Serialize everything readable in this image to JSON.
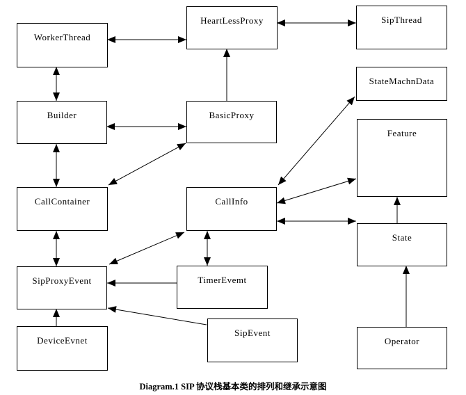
{
  "diagram": {
    "caption": "Diagram.1 SIP 协议栈基本类的排列和继承示意图",
    "colors": {
      "background": "#ffffff",
      "line": "#000000",
      "text": "#000000"
    },
    "nodes": [
      {
        "id": "workerthread",
        "label": "WorkerThread"
      },
      {
        "id": "heartlessproxy",
        "label": "HeartLessProxy"
      },
      {
        "id": "sipthread",
        "label": "SipThread"
      },
      {
        "id": "statemachndata",
        "label": "StateMachnData"
      },
      {
        "id": "builder",
        "label": "Builder"
      },
      {
        "id": "basicproxy",
        "label": "BasicProxy"
      },
      {
        "id": "feature",
        "label": "Feature"
      },
      {
        "id": "callcontainer",
        "label": "CallContainer"
      },
      {
        "id": "callinfo",
        "label": "CallInfo"
      },
      {
        "id": "state",
        "label": "State"
      },
      {
        "id": "sipproxyevent",
        "label": "SipProxyEvent"
      },
      {
        "id": "timerevemt",
        "label": "TimerEvemt"
      },
      {
        "id": "deviceevnet",
        "label": "DeviceEvnet"
      },
      {
        "id": "sipevent",
        "label": "SipEvent"
      },
      {
        "id": "operator",
        "label": "Operator"
      }
    ],
    "edges": [
      {
        "from": "WorkerThread",
        "to": "HeartLessProxy",
        "style": "double-arrow"
      },
      {
        "from": "HeartLessProxy",
        "to": "SipThread",
        "style": "double-arrow"
      },
      {
        "from": "WorkerThread",
        "to": "Builder",
        "style": "double-arrow"
      },
      {
        "from": "BasicProxy",
        "to": "HeartLessProxy",
        "style": "arrow"
      },
      {
        "from": "Builder",
        "to": "BasicProxy",
        "style": "double-arrow"
      },
      {
        "from": "Builder",
        "to": "CallContainer",
        "style": "double-arrow"
      },
      {
        "from": "BasicProxy",
        "to": "CallContainer",
        "style": "double-arrow"
      },
      {
        "from": "CallInfo",
        "to": "StateMachnData",
        "style": "double-arrow"
      },
      {
        "from": "CallInfo",
        "to": "Feature",
        "style": "double-arrow"
      },
      {
        "from": "CallInfo",
        "to": "State",
        "style": "double-arrow"
      },
      {
        "from": "CallInfo",
        "to": "TimerEvemt",
        "style": "double-arrow"
      },
      {
        "from": "CallInfo",
        "to": "SipProxyEvent",
        "style": "double-arrow"
      },
      {
        "from": "CallContainer",
        "to": "SipProxyEvent",
        "style": "double-arrow"
      },
      {
        "from": "TimerEvemt",
        "to": "SipProxyEvent",
        "style": "arrow"
      },
      {
        "from": "SipEvent",
        "to": "SipProxyEvent",
        "style": "arrow"
      },
      {
        "from": "DeviceEvnet",
        "to": "SipProxyEvent",
        "style": "arrow"
      },
      {
        "from": "State",
        "to": "Feature",
        "style": "arrow"
      },
      {
        "from": "Operator",
        "to": "State",
        "style": "arrow"
      }
    ]
  }
}
